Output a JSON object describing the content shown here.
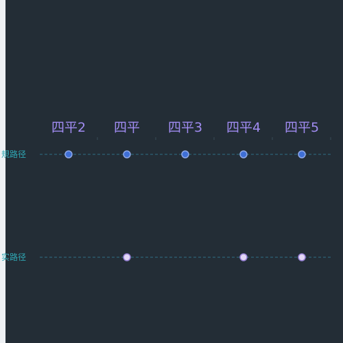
{
  "chart_data": {
    "type": "scatter",
    "categories": [
      "四平2",
      "四平",
      "四平3",
      "四平4",
      "四平5"
    ],
    "series": [
      {
        "name": "規路径",
        "present": [
          true,
          true,
          true,
          true,
          true
        ]
      },
      {
        "name": "实路径",
        "present": [
          false,
          true,
          false,
          true,
          true
        ]
      }
    ],
    "grid": true,
    "legend": "none"
  },
  "colors": {
    "background": "#232d36",
    "category_label": "#a18cf2",
    "row_label": "#2fa7b4",
    "guide_line": "#2f6f86",
    "series_1_fill": "#3f6fd6",
    "series_1_stroke": "#8fa9e8",
    "series_2_fill": "#e3d7f6",
    "series_2_stroke": "#9a84d8"
  }
}
